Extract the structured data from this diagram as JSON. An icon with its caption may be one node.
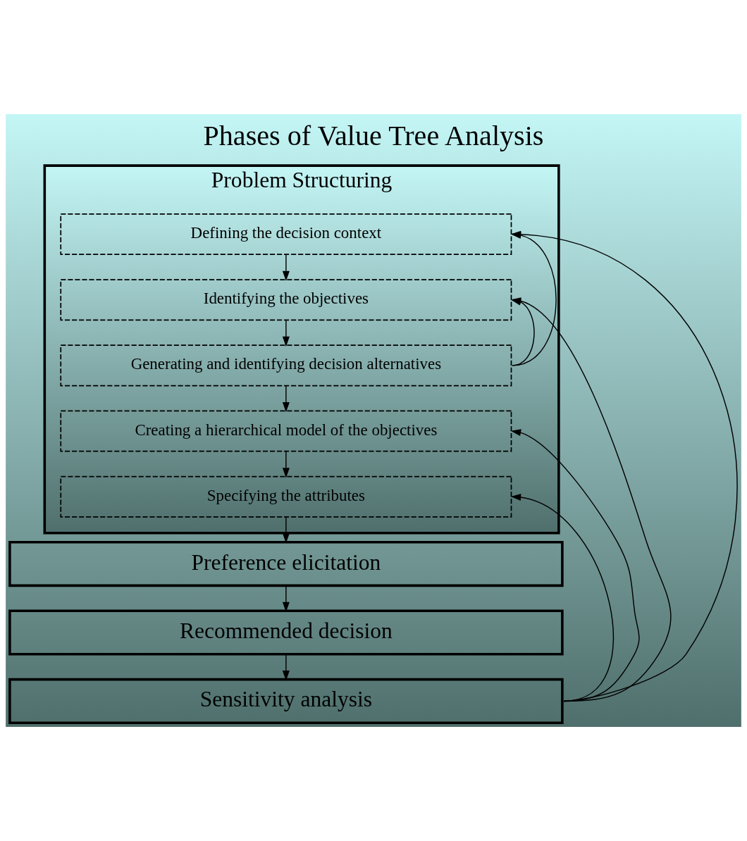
{
  "diagram": {
    "title": "Phases of Value Tree Analysis",
    "nodes": [
      {
        "text": [
          "Problem Structuring"
        ]
      },
      {
        "text": [
          "Defining the decision context"
        ],
        "in": 0
      },
      {
        "text": [
          "Identifying the objectives"
        ],
        "in": 0
      },
      {
        "text": [
          "Generating and identifying decision alternatives"
        ],
        "in": 0
      },
      {
        "text": [
          "Creating a hierarchical model of the objectives"
        ],
        "in": 0
      },
      {
        "text": [
          "Specifying the attributes"
        ],
        "in": 0
      },
      {
        "text": [
          "Preference elicitation"
        ]
      },
      {
        "text": [
          "Recommended decision"
        ]
      },
      {
        "text": [
          "Sensitivity analysis"
        ]
      }
    ],
    "edges": [
      {
        "from": 1,
        "to": 2,
        "arrow": "to"
      },
      {
        "from": 2,
        "to": 3,
        "arrow": "to"
      },
      {
        "from": 3,
        "to": 4,
        "arrow": "to"
      },
      {
        "from": 4,
        "to": 5,
        "arrow": "to"
      },
      {
        "from": 5,
        "to": 6,
        "arrow": "to"
      },
      {
        "from": 6,
        "to": 7,
        "arrow": "to"
      },
      {
        "from": 7,
        "to": 8,
        "arrow": "to"
      },
      {
        "from": 3,
        "to": 1,
        "arrow": "to"
      },
      {
        "from": 3,
        "to": 2,
        "arrow": "to"
      },
      {
        "from": 8,
        "to": 1,
        "arrow": "to"
      },
      {
        "from": 8,
        "to": 2,
        "arrow": "to"
      },
      {
        "from": 8,
        "to": 4,
        "arrow": "to"
      },
      {
        "from": 8,
        "to": 5,
        "arrow": "to"
      }
    ]
  }
}
